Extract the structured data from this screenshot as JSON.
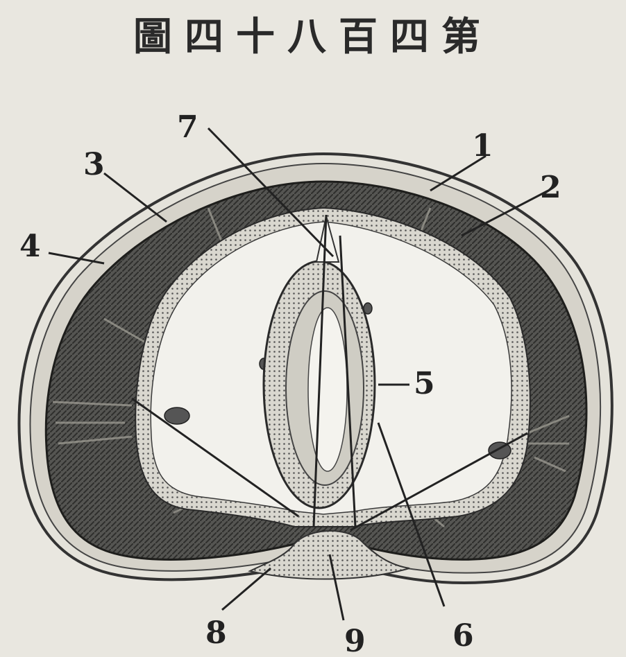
{
  "title": "圖四十八百四第",
  "labels": {
    "l1": "1",
    "l2": "2",
    "l3": "3",
    "l4": "4",
    "l5": "5",
    "l6": "6",
    "l7": "7",
    "l8": "8",
    "l9": "9"
  },
  "colors": {
    "paper": "#e9e7e0",
    "ink": "#222222",
    "muscle": "#4a4a48"
  }
}
